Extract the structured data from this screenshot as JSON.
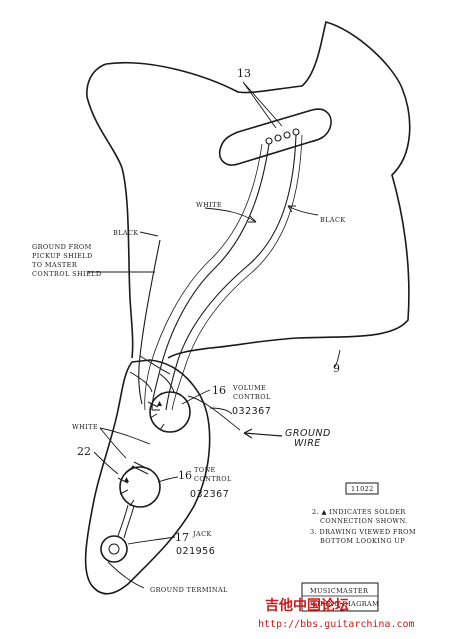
{
  "callouts": {
    "pickup_number": "13",
    "white_wire": "WHITE",
    "black_wire": "BLACK",
    "black_ground": "BLACK",
    "ground_note": [
      "GROUND FROM",
      "PICKUP SHIELD",
      "TO MASTER",
      "CONTROL SHIELD"
    ],
    "pickguard_number": "9",
    "volume_number": "16",
    "volume_label": [
      "VOLUME",
      "CONTROL"
    ],
    "volume_part": "032367",
    "ground_wire": [
      "GROUND",
      "WIRE"
    ],
    "white_lower": "WHITE",
    "tone_item_number": "22",
    "tone_number": "16",
    "tone_label": "TONE",
    "tone_label2": "CONTROL",
    "tone_part": "032367",
    "jack_number": "17",
    "jack_label": "JACK",
    "jack_part": "021956",
    "ground_terminal": "GROUND TERMINAL",
    "drawing_number": "11022"
  },
  "notes": [
    "2.  ▲ INDICATES SOLDER",
    "CONNECTION SHOWN.",
    "3. DRAWING VIEWED FROM",
    "BOTTOM LOOKING UP"
  ],
  "title_block": [
    "MUSICMASTER",
    "WIRING DIAGRAM"
  ],
  "watermark": {
    "site_name": "吉他中国论坛",
    "url": "http://bbs.guitarchina.com"
  }
}
